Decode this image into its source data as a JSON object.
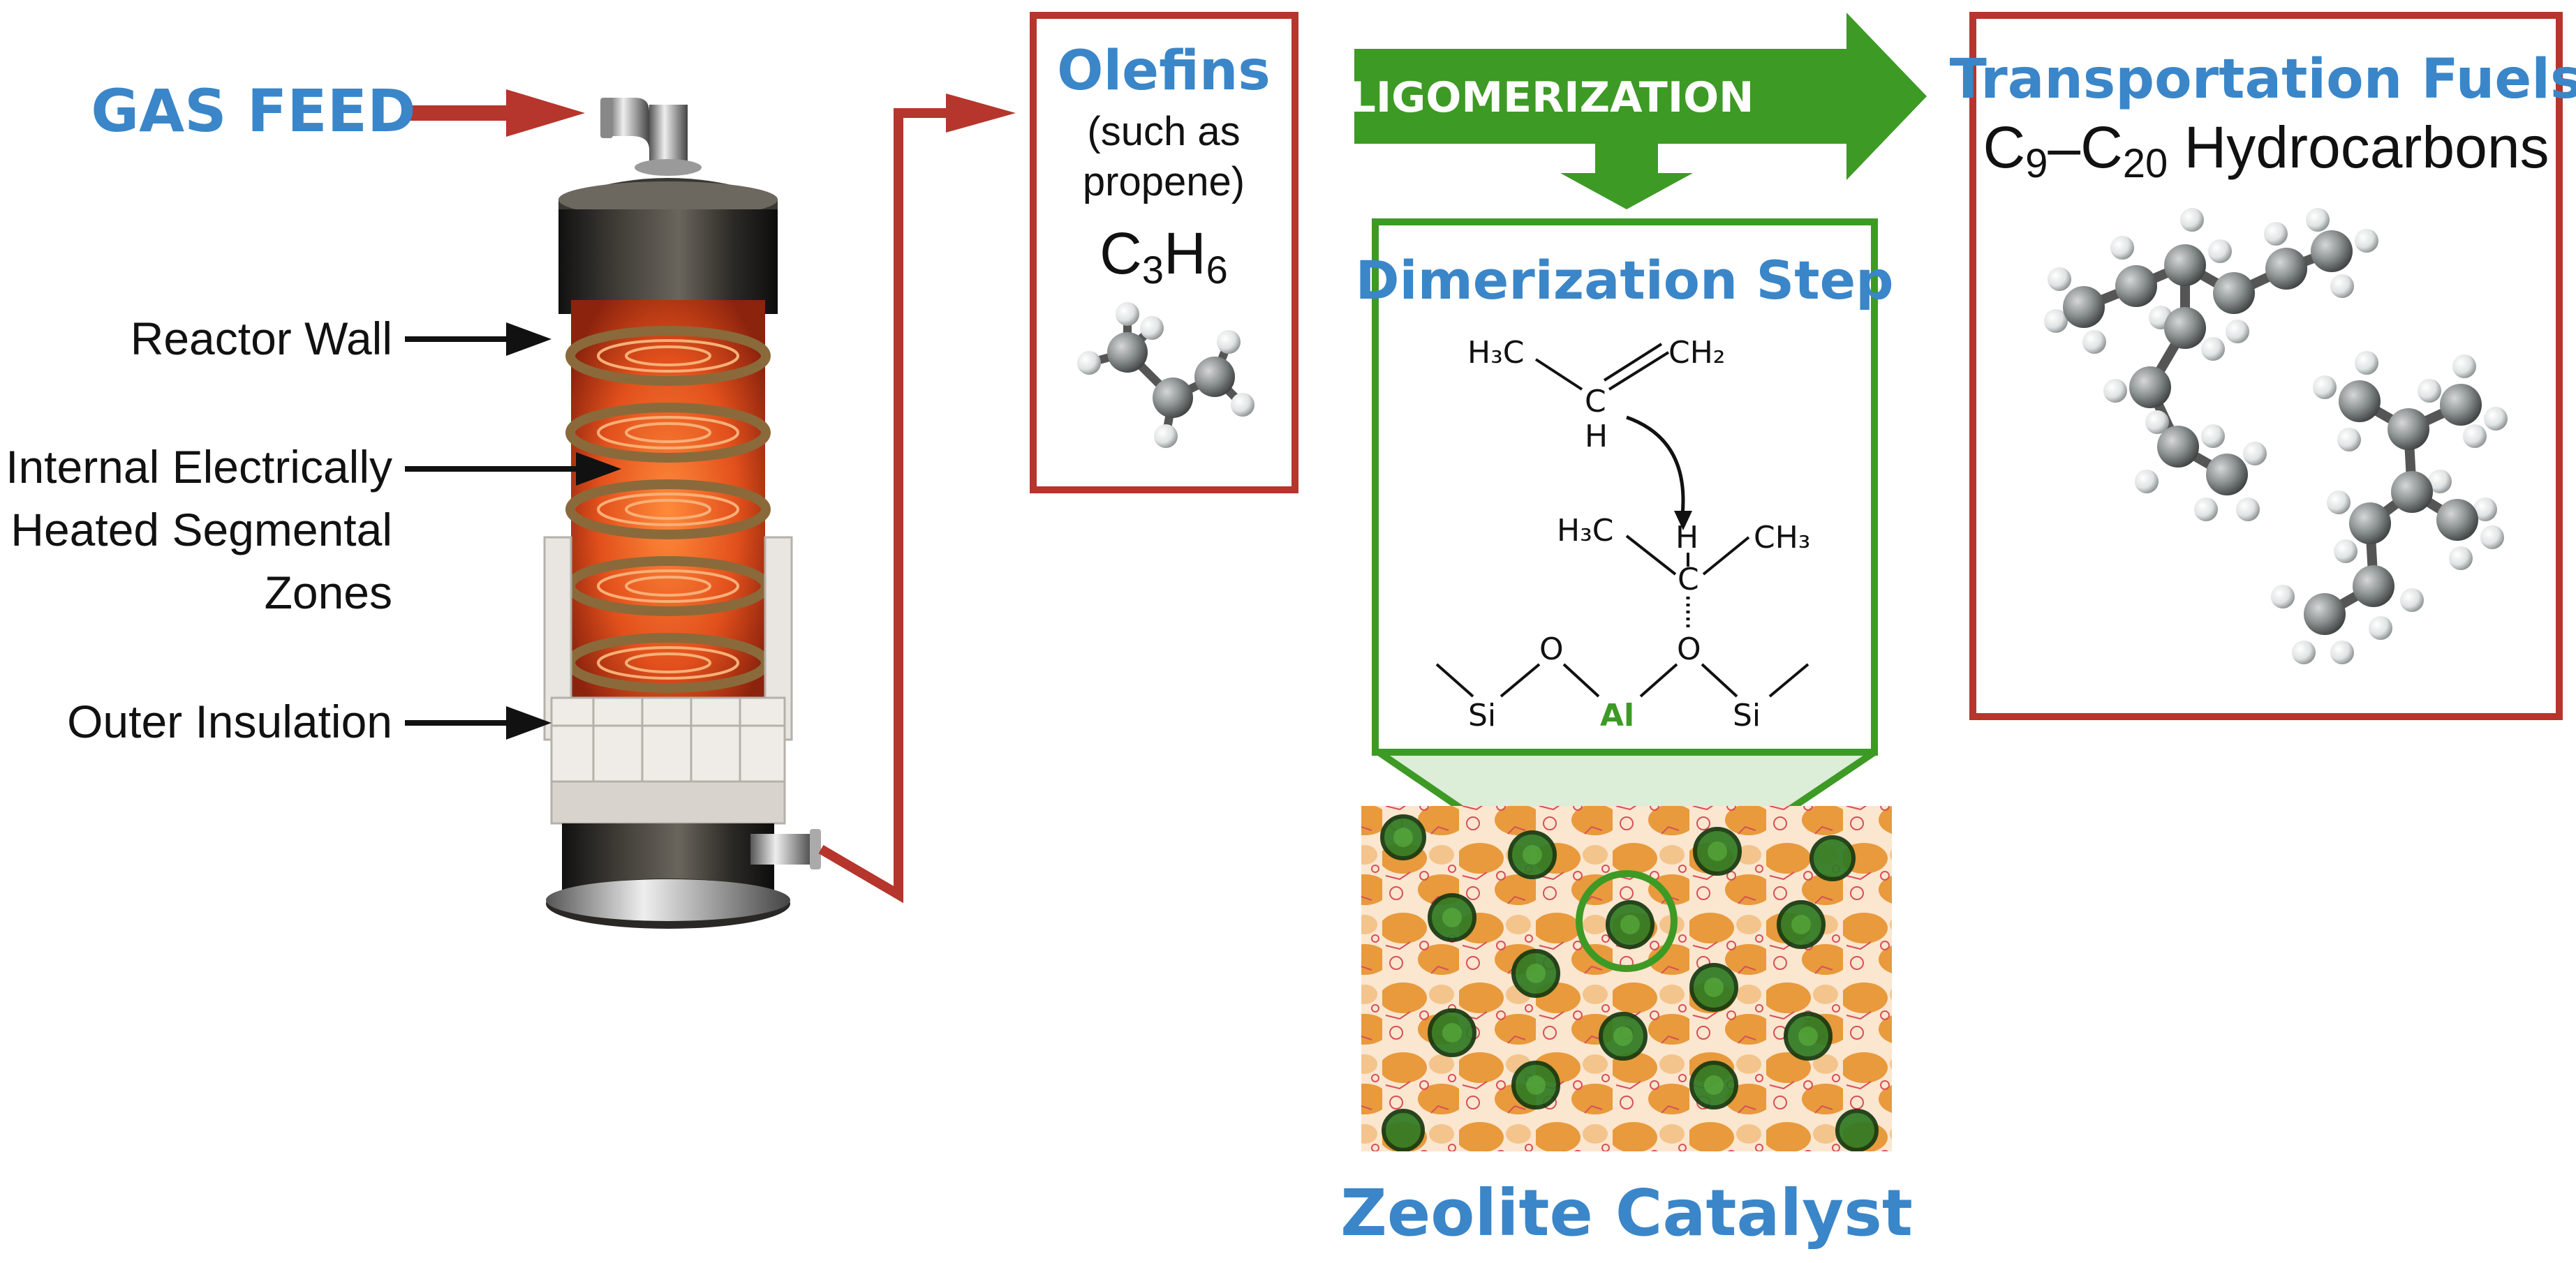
{
  "reactor": {
    "gas_feed": "GAS FEED",
    "labels": {
      "reactor_wall": "Reactor Wall",
      "heated_line1": "Internal Electrically",
      "heated_line2": "Heated Segmental",
      "heated_line3": "Zones",
      "outer_insulation": "Outer Insulation"
    }
  },
  "olefins": {
    "title": "Olefins",
    "line1": "(such as",
    "line2": "propene)",
    "formula": {
      "c": "C",
      "c_sub": "3",
      "h": "H",
      "h_sub": "6"
    }
  },
  "process": {
    "oligomerization": "OLIGOMERIZATION"
  },
  "dimerization": {
    "title": "Dimerization Step",
    "atoms": {
      "h3c_top": "H₃C",
      "ch2": "CH₂",
      "c_top": "C",
      "h_top": "H",
      "h3c_mid": "H₃C",
      "h_mid": "H",
      "ch3_mid": "CH₃",
      "c_mid": "C",
      "o_left": "O",
      "o_right": "O",
      "si_left": "Si",
      "al": "Al",
      "si_right": "Si"
    }
  },
  "catalyst": {
    "label": "Zeolite Catalyst"
  },
  "fuels": {
    "title": "Transportation Fuels",
    "formula": {
      "c1": "C",
      "sub1": "9",
      "dash": "–C",
      "sub2": "20",
      "rest": " Hydrocarbons"
    }
  },
  "colors": {
    "blue_text": "#3a86c8",
    "red_frame": "#b6352c",
    "green": "#3d9a25",
    "zeolite_orange": "#e89a3c",
    "heater_glow": "#e8551e"
  }
}
